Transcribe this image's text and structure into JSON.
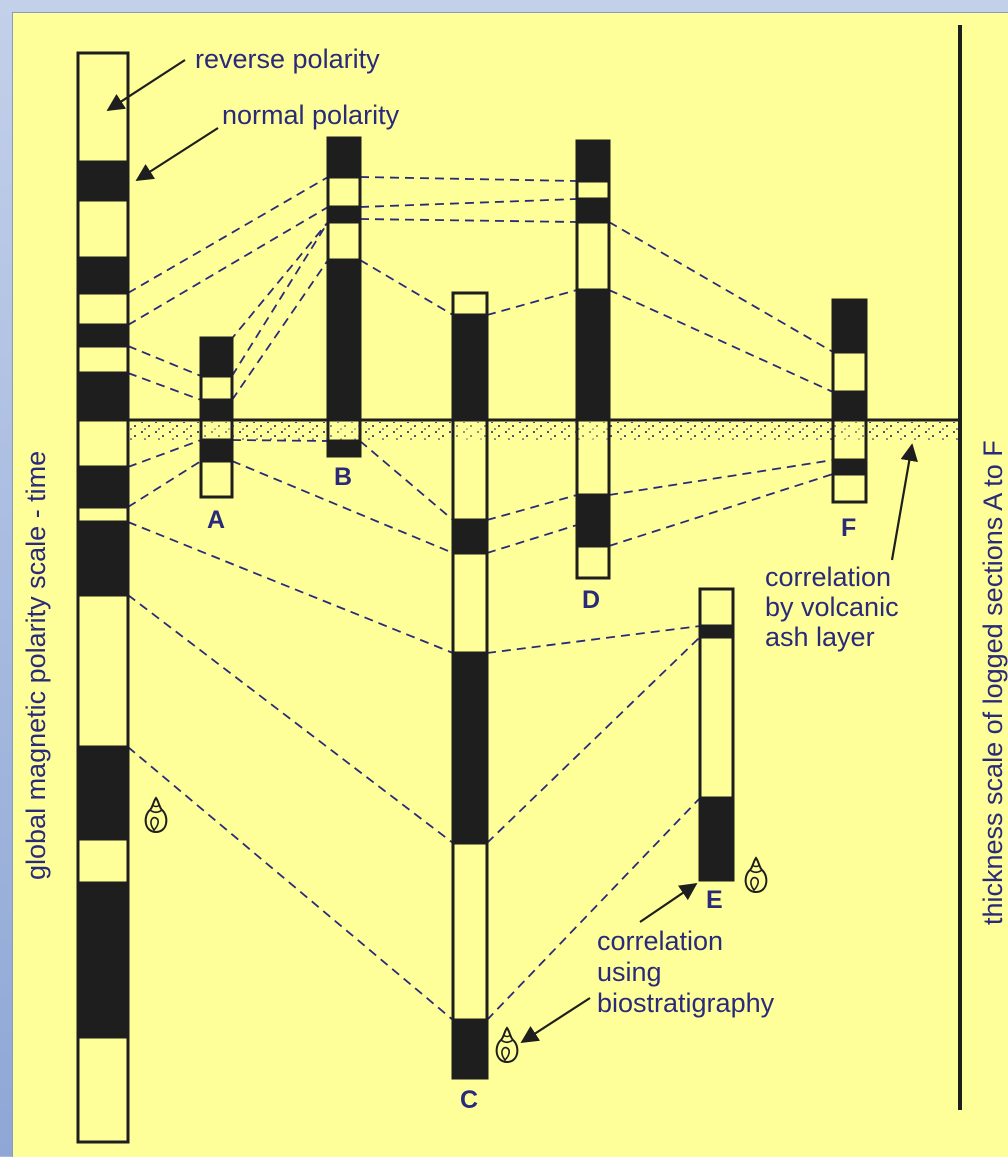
{
  "labels": {
    "reverse_polarity": "reverse polarity",
    "normal_polarity": "normal polarity",
    "axis_left": "global magnetic polarity scale - time",
    "axis_right": "thickness scale of logged sections A to F",
    "ash_line1": "correlation",
    "ash_line2": "by volcanic",
    "ash_line3": "ash layer",
    "bio_line1": "correlation",
    "bio_line2": "using",
    "bio_line3": "biostratigraphy"
  },
  "sections": {
    "A": "A",
    "B": "B",
    "C": "C",
    "D": "D",
    "E": "E",
    "F": "F"
  },
  "colors": {
    "background": "#ffff9a",
    "normal_polarity_fill": "#1e1e1e",
    "reverse_polarity_fill": "#ffff9a",
    "text": "#2a2a7a",
    "correlation_lines": "#2a2a7a"
  },
  "icons": [
    "fossil-gastropod-icon"
  ]
}
